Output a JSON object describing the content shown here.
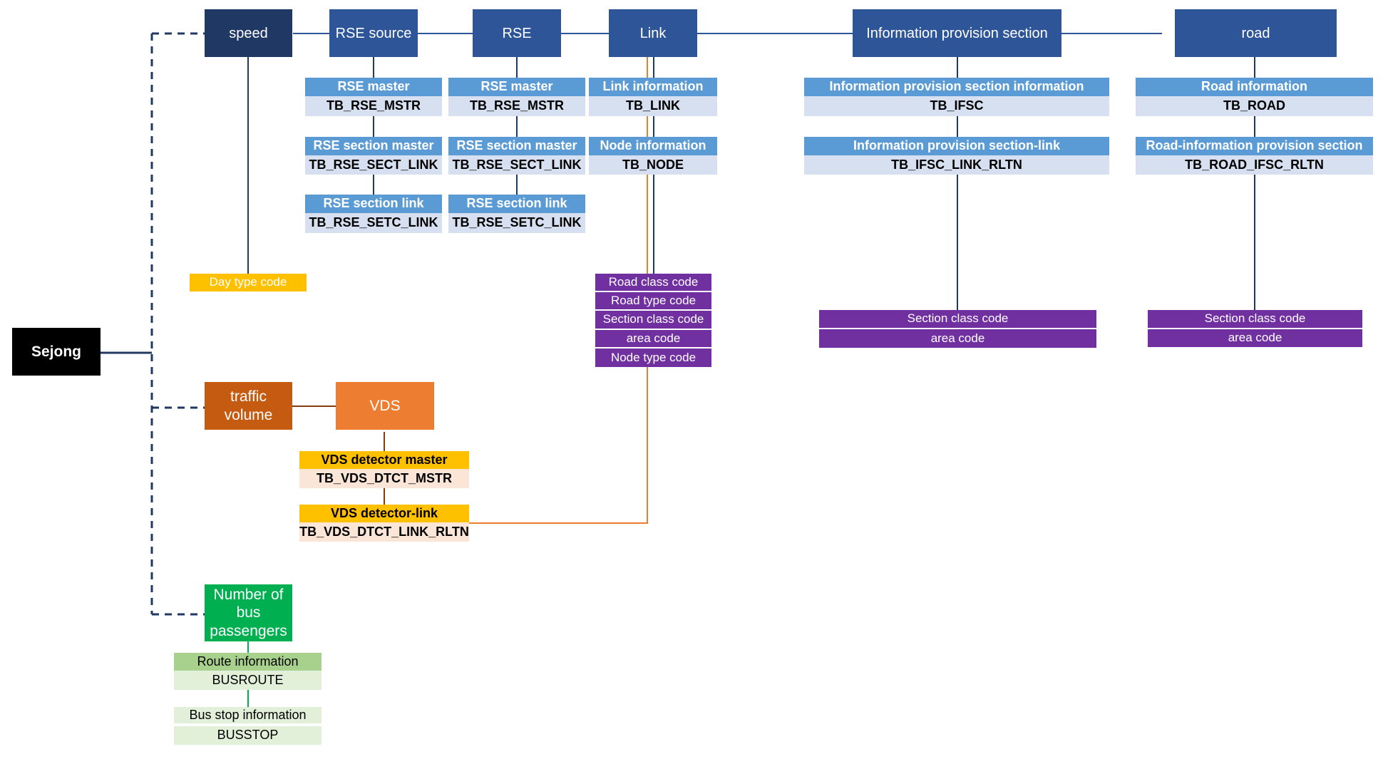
{
  "root": {
    "label": "Sejong"
  },
  "headers": {
    "speed": "speed",
    "rse_source": "RSE source",
    "rse": "RSE",
    "link": "Link",
    "ips": "Information provision section",
    "road": "road"
  },
  "rse_source_tables": [
    {
      "name": "RSE master",
      "table": "TB_RSE_MSTR"
    },
    {
      "name": "RSE section master",
      "table": "TB_RSE_SECT_LINK"
    },
    {
      "name": "RSE section link",
      "table": "TB_RSE_SETC_LINK"
    }
  ],
  "rse_tables": [
    {
      "name": "RSE master",
      "table": "TB_RSE_MSTR"
    },
    {
      "name": "RSE section master",
      "table": "TB_RSE_SECT_LINK"
    },
    {
      "name": "RSE section link",
      "table": "TB_RSE_SETC_LINK"
    }
  ],
  "link_tables": [
    {
      "name": "Link information",
      "table": "TB_LINK"
    },
    {
      "name": "Node information",
      "table": "TB_NODE"
    }
  ],
  "ips_tables": [
    {
      "name": "Information provision section information",
      "table": "TB_IFSC"
    },
    {
      "name": "Information provision section-link",
      "table": "TB_IFSC_LINK_RLTN"
    }
  ],
  "road_tables": [
    {
      "name": "Road information",
      "table": "TB_ROAD"
    },
    {
      "name": "Road-information provision section",
      "table": "TB_ROAD_IFSC_RLTN"
    }
  ],
  "speed_code": "Day type code",
  "link_codes": [
    "Road class code",
    "Road type code",
    "Section class code",
    "area code",
    "Node type code"
  ],
  "ips_codes": [
    "Section class code",
    "area code"
  ],
  "road_codes": [
    "Section class code",
    "area code"
  ],
  "traffic": {
    "label": "traffic volume",
    "vds": "VDS",
    "tables": [
      {
        "name": "VDS detector master",
        "table": "TB_VDS_DTCT_MSTR"
      },
      {
        "name": "VDS detector-link",
        "table": "TB_VDS_DTCT_LINK_RLTN"
      }
    ]
  },
  "bus": {
    "label": "Number of bus passengers",
    "tables": [
      {
        "name": "Route information",
        "table": "BUSROUTE"
      },
      {
        "name": "Bus stop information",
        "table": "BUSSTOP"
      }
    ]
  },
  "colors": {
    "header": "#2e5597",
    "header_dark": "#203864",
    "light_blue": "#5b9bd5",
    "pale_blue": "#d6e0f0",
    "purple": "#7030a0",
    "orange": "#ed7d31",
    "dark_orange": "#c55a11",
    "yellow": "#ffc000",
    "peach": "#fbe5d6",
    "green": "#00b050"
  }
}
